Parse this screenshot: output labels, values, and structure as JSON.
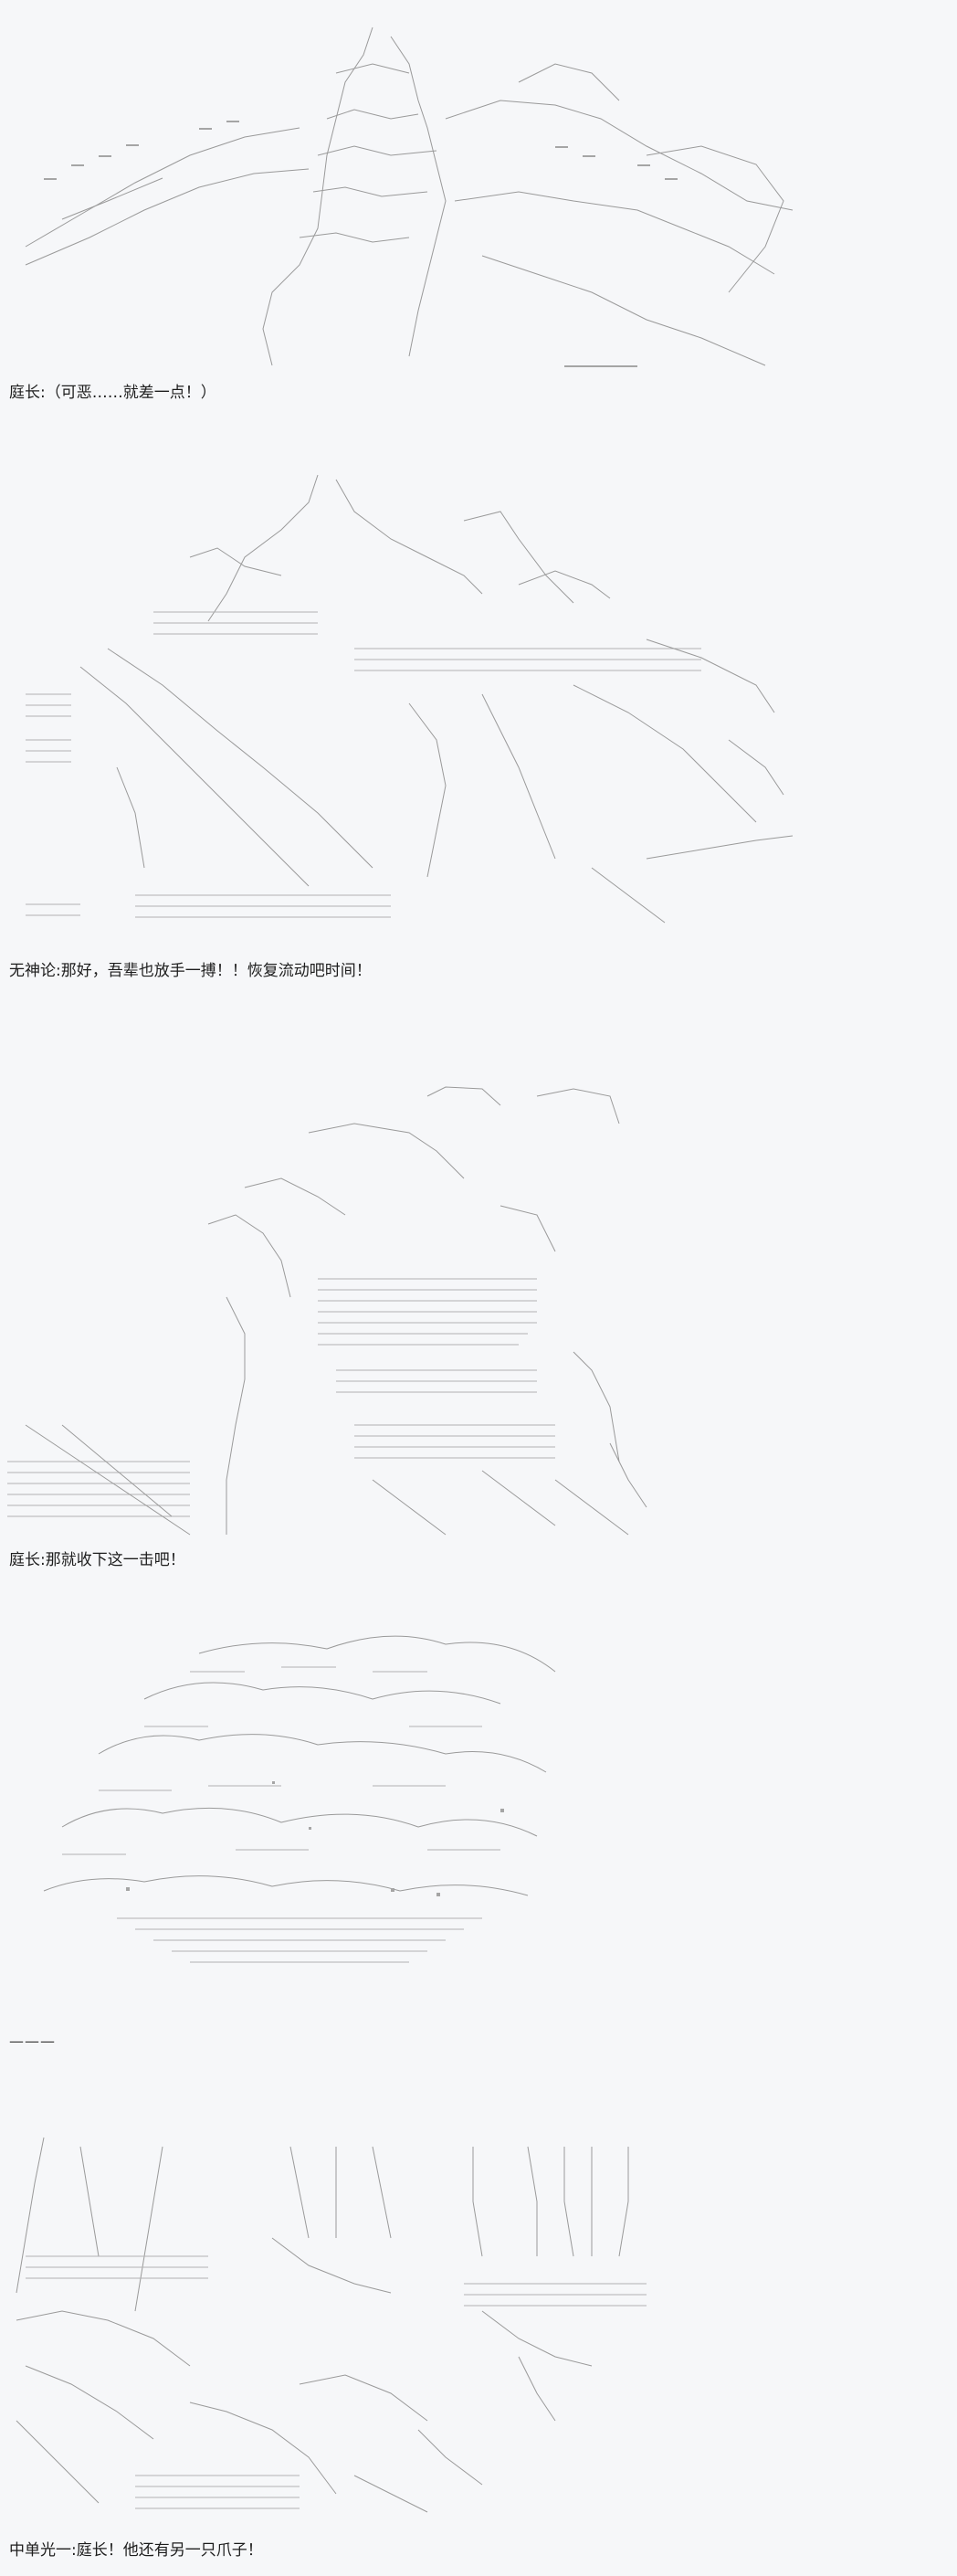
{
  "panels": [
    {
      "id": "p1",
      "caption": "庭长:（可恶……就差一点！）"
    },
    {
      "id": "p2",
      "caption": "无神论:那好，吾辈也放手一搏！！恢复流动吧时间！"
    },
    {
      "id": "p3",
      "caption": "庭长:那就收下这一击吧！"
    },
    {
      "id": "p4",
      "caption": "———"
    },
    {
      "id": "p5",
      "caption": "中单光一:庭长！他还有另一只爪子！"
    }
  ],
  "colors": {
    "background": "#f6f7f9",
    "ascii_art": "#9a9a9a",
    "text": "#1d1d1d"
  }
}
